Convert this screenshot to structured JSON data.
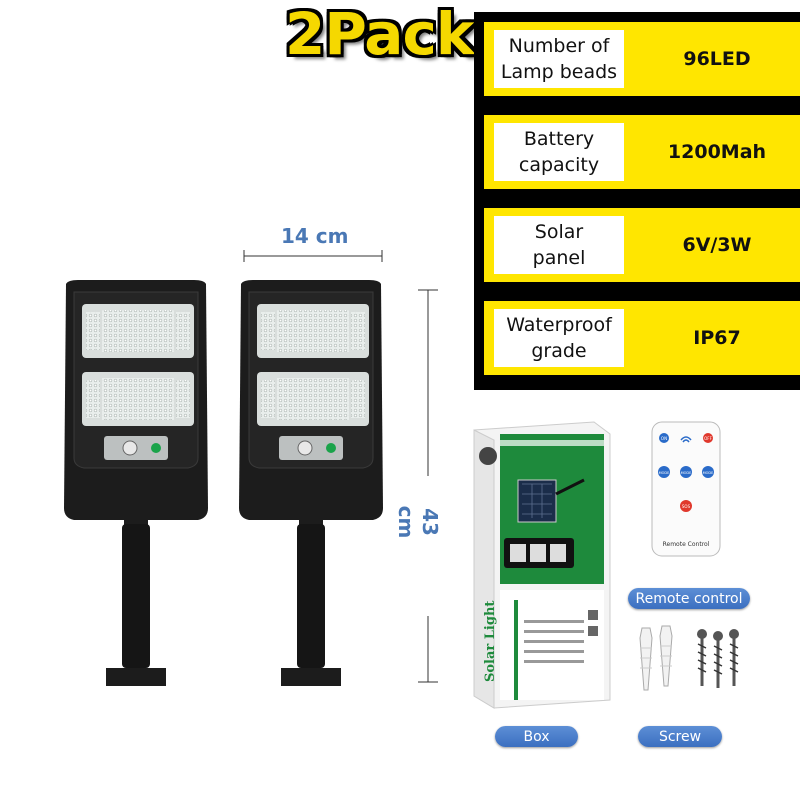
{
  "title": "2Pack",
  "specs": [
    {
      "label": "Number of\nLamp beads",
      "value": "96LED"
    },
    {
      "label": "Battery\ncapacity",
      "value": "1200Mah"
    },
    {
      "label": "Solar\npanel",
      "value": "6V/3W"
    },
    {
      "label": "Waterproof\ngrade",
      "value": "IP67"
    }
  ],
  "dimensions": {
    "width": "14 cm",
    "height": "43 cm"
  },
  "accessories": {
    "remote_label": "Remote control",
    "box_label": "Box",
    "screw_label": "Screw"
  },
  "remote_buttons": {
    "on": "ON",
    "off": "OFF",
    "mode1": "MODE",
    "mode2": "MODE",
    "mode3": "MODE",
    "sos": "SOS",
    "caption": "Remote Control"
  },
  "box_text": {
    "brand": "Solar Light"
  },
  "colors": {
    "accent_yellow": "#ffe600",
    "label_blue": "#4a78b5",
    "pill_blue": "#3b6fc0",
    "lamp_black": "#1c1c1c"
  }
}
